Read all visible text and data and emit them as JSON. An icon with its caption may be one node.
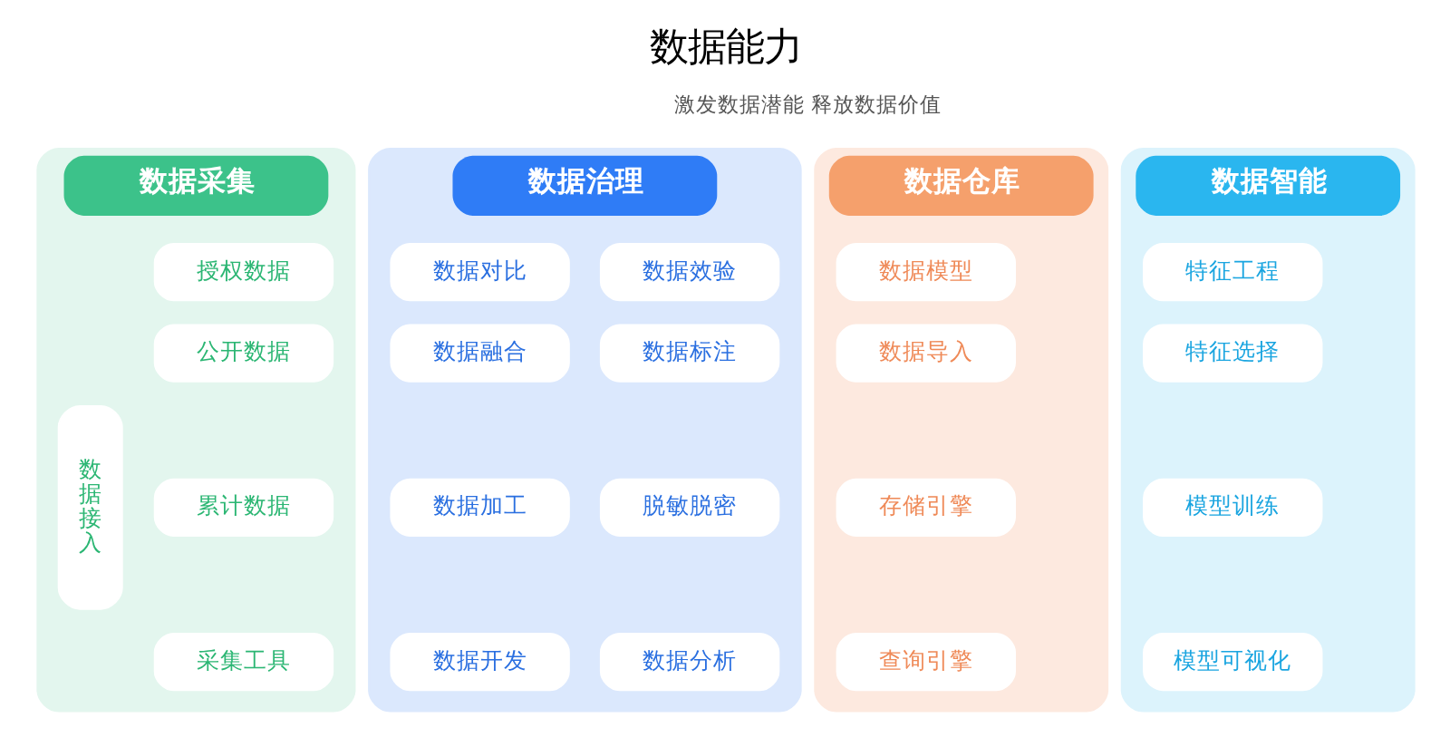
{
  "diagram": {
    "title": "数据能力",
    "nodes": [
      {
        "text": [
          "数据采集"
        ]
      },
      {
        "text": [
          "授权数据"
        ],
        "in": 0
      },
      {
        "text": [
          "公开数据"
        ],
        "in": 0
      },
      {
        "text": [
          "累计数据"
        ],
        "in": 0
      },
      {
        "text": [
          "采集工具"
        ],
        "in": 0
      },
      {
        "text": [
          "数据接入"
        ],
        "in": 0
      },
      {
        "text": [
          "数据治理"
        ]
      },
      {
        "text": [
          "数据效验"
        ],
        "in": 6
      },
      {
        "text": [
          "数据对比"
        ],
        "in": 6
      },
      {
        "text": [
          "数据标注"
        ],
        "in": 6
      },
      {
        "text": [
          "数据融合"
        ],
        "in": 6
      },
      {
        "text": [
          "脱敏脱密"
        ],
        "in": 6
      },
      {
        "text": [
          "数据加工"
        ],
        "in": 6
      },
      {
        "text": [
          "数据分析"
        ],
        "in": 6
      },
      {
        "text": [
          "数据开发"
        ],
        "in": 6
      },
      {
        "text": [
          "数据仓库"
        ]
      },
      {
        "text": [
          "数据模型"
        ],
        "in": 15
      },
      {
        "text": [
          "数据导入"
        ],
        "in": 15
      },
      {
        "text": [
          "存储引擎"
        ],
        "in": 15
      },
      {
        "text": [
          "查询引擎"
        ],
        "in": 15
      },
      {
        "text": [
          "数据智能"
        ]
      },
      {
        "text": [
          "特征工程"
        ],
        "in": 20
      },
      {
        "text": [
          "特征选择"
        ],
        "in": 20
      },
      {
        "text": [
          "模型训练"
        ],
        "in": 20
      },
      {
        "text": [
          "模型可视化"
        ],
        "in": 20
      }
    ],
    "edges": [],
    "labels": [
      "激发数据潜能 释放数据价值"
    ]
  }
}
